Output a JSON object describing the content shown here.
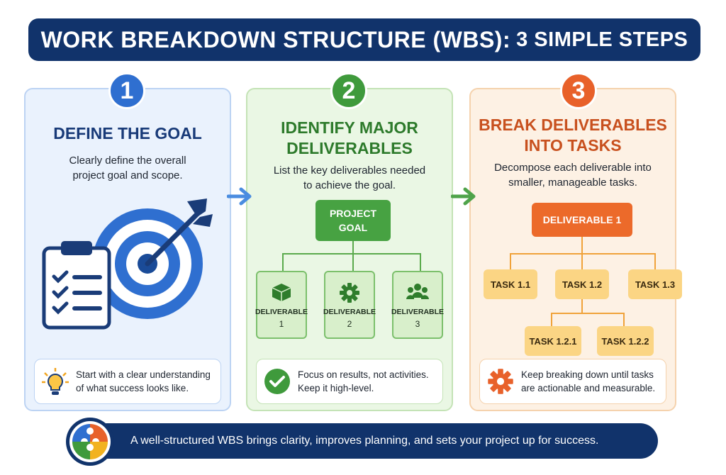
{
  "title": {
    "main": "WORK BREAKDOWN STRUCTURE (WBS):",
    "accent": "3 SIMPLE STEPS"
  },
  "colors": {
    "navy": "#11336b",
    "blue": "#2f6fd0",
    "green": "#3f9a3c",
    "orange": "#e8612a",
    "task_yellow": "#fbd584"
  },
  "steps": [
    {
      "number": "1",
      "heading_line1": "DEFINE THE GOAL",
      "desc_line1": "Clearly define the overall",
      "desc_line2": "project goal and scope.",
      "icons": [
        "clipboard-checklist-icon",
        "target-arrow-icon"
      ],
      "tip_icon": "lightbulb-icon",
      "tip_line1": "Start with a clear understanding",
      "tip_line2": "of what success looks like."
    },
    {
      "number": "2",
      "heading_line1": "IDENTIFY MAJOR",
      "heading_line2": "DELIVERABLES",
      "desc_line1": "List the key deliverables needed",
      "desc_line2": "to achieve the goal.",
      "goal_line1": "PROJECT",
      "goal_line2": "GOAL",
      "deliverables": [
        {
          "icon": "box-icon",
          "label": "DELIVERABLE",
          "num": "1"
        },
        {
          "icon": "gear-icon",
          "label": "DELIVERABLE",
          "num": "2"
        },
        {
          "icon": "people-icon",
          "label": "DELIVERABLE",
          "num": "3"
        }
      ],
      "tip_icon": "checkmark-icon",
      "tip_line1": "Focus on results, not activities.",
      "tip_line2": "Keep it high-level."
    },
    {
      "number": "3",
      "heading_line1": "BREAK DELIVERABLES",
      "heading_line2": "INTO TASKS",
      "desc_line1": "Decompose each deliverable into",
      "desc_line2": "smaller, manageable tasks.",
      "root": "DELIVERABLE 1",
      "tasks": [
        "TASK 1.1",
        "TASK 1.2",
        "TASK 1.3"
      ],
      "subtasks": [
        "TASK 1.2.1",
        "TASK 1.2.2"
      ],
      "tip_icon": "gear-icon",
      "tip_line1": "Keep breaking down until tasks",
      "tip_line2": "are actionable and measurable."
    }
  ],
  "footer": {
    "icon": "puzzle-icon",
    "text": "A well-structured WBS brings clarity, improves planning, and sets your project up for success."
  }
}
